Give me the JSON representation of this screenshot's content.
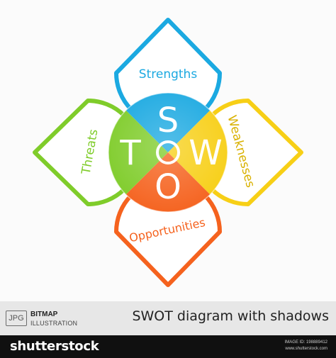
{
  "diagram": {
    "petals": [
      {
        "label": "Strengths",
        "letter": "S",
        "color": "#1ba9e1"
      },
      {
        "label": "Weaknesses",
        "letter": "W",
        "color": "#f7cf16"
      },
      {
        "label": "Opportunities",
        "letter": "O",
        "color": "#f5621e"
      },
      {
        "label": "Threats",
        "letter": "T",
        "color": "#7fcc2a"
      }
    ]
  },
  "info_bar": {
    "file_type": "JPG",
    "format": "BITMAP",
    "kind": "ILLUSTRATION",
    "title": "SWOT diagram with shadows"
  },
  "footer": {
    "brand": "shutterstock",
    "image_id": "IMAGE ID: 198889412",
    "site": "www.shutterstock.com"
  }
}
